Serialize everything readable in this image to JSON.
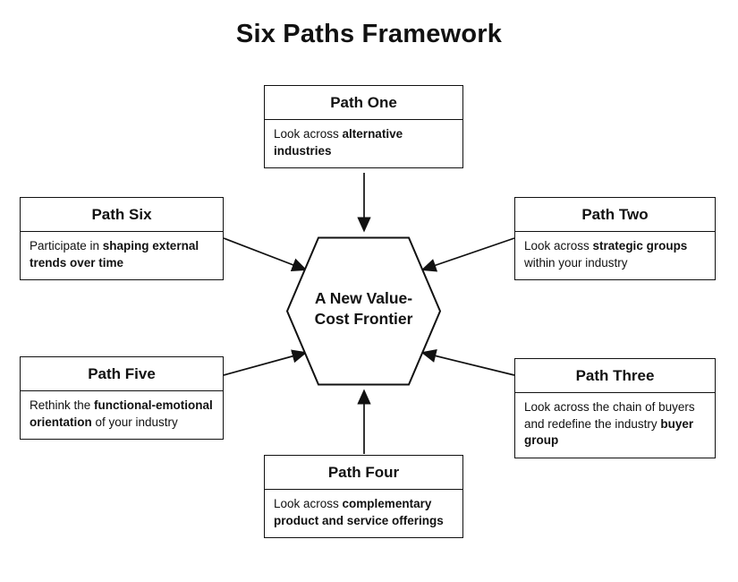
{
  "title": "Six Paths Framework",
  "colors": {
    "ink": "#111111",
    "background": "#ffffff"
  },
  "center": {
    "line1": "A New Value-",
    "line2": "Cost Frontier"
  },
  "paths": {
    "one": {
      "title": "Path One",
      "desc_pre": "Look across ",
      "desc_bold": "alternative industries",
      "desc_post": ""
    },
    "two": {
      "title": "Path Two",
      "desc_pre": "Look across ",
      "desc_bold": "strategic groups",
      "desc_post": " within your industry"
    },
    "three": {
      "title": "Path Three",
      "desc_pre": "Look across the chain of buyers and redefine the industry ",
      "desc_bold": "buyer group",
      "desc_post": ""
    },
    "four": {
      "title": "Path Four",
      "desc_pre": "Look across ",
      "desc_bold": "complementary product and service offerings",
      "desc_post": ""
    },
    "five": {
      "title": "Path Five",
      "desc_pre": "Rethink the ",
      "desc_bold": "functional-emotional orientation",
      "desc_post": " of your industry"
    },
    "six": {
      "title": "Path Six",
      "desc_pre": "Participate in ",
      "desc_bold": "shaping external trends over time",
      "desc_post": ""
    }
  }
}
